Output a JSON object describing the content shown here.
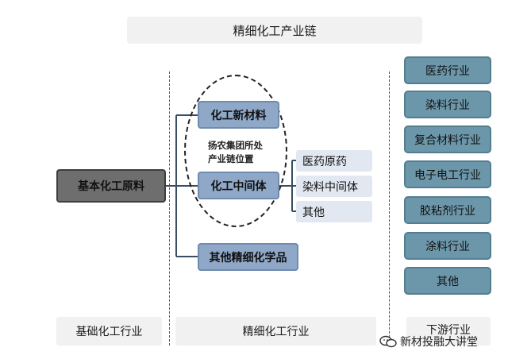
{
  "title": "精细化工产业链",
  "source": {
    "label": "基本化工原料"
  },
  "middle": {
    "new_materials": "化工新材料",
    "intermediates": "化工中间体",
    "other_fine": "其他精细化学品",
    "position_note": [
      "扬农集团所处",
      "产业链位置"
    ]
  },
  "sub_items": [
    "医药原药",
    "染料中间体",
    "其他"
  ],
  "downstream": [
    "医药行业",
    "染料行业",
    "复合材料行业",
    "电子电工行业",
    "胶粘剂行业",
    "涂料行业",
    "其他"
  ],
  "footers": {
    "basic": "基础化工行业",
    "fine": "精细化工行业",
    "down": "下游行业"
  },
  "watermark": "新材投融大讲堂",
  "colors": {
    "blue_box": "#8fa8c8",
    "grey_box": "#6e6e6e",
    "teal_box": "#6c97aa",
    "light_box": "#e2e8f1",
    "connector": "#3a4e63"
  }
}
